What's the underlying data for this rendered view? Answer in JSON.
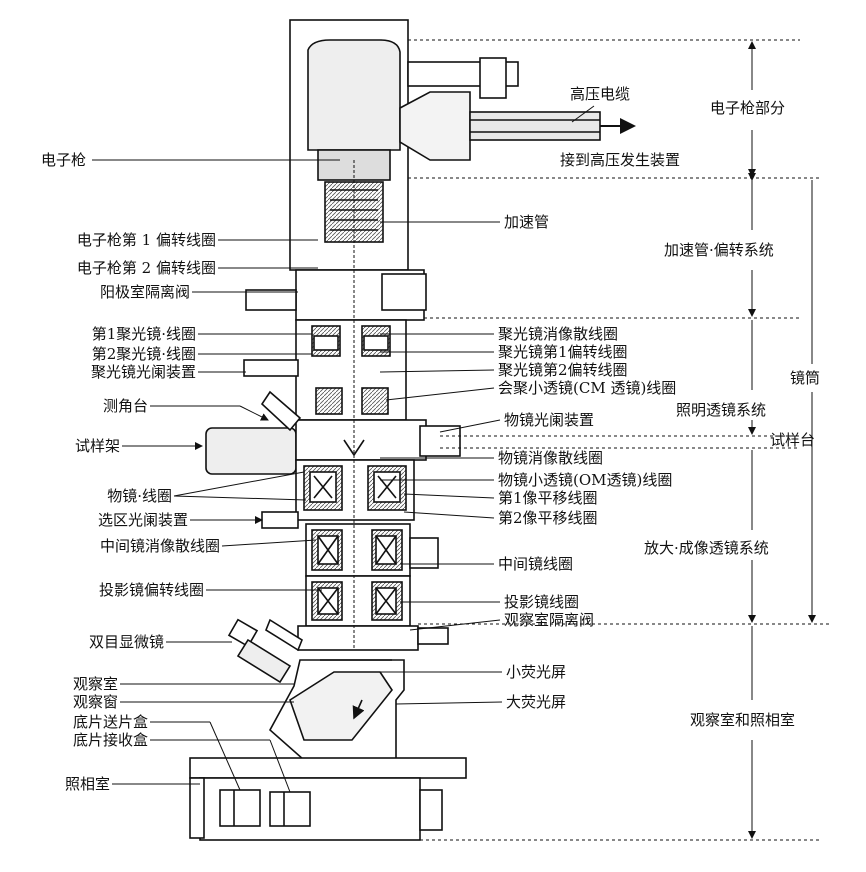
{
  "left_labels": [
    {
      "key": "gun",
      "text": "电子枪"
    },
    {
      "key": "gun_def1",
      "text": "电子枪第 1 偏转线圈"
    },
    {
      "key": "gun_def2",
      "text": "电子枪第 2 偏转线圈"
    },
    {
      "key": "anode_valve",
      "text": "阳极室隔离阀"
    },
    {
      "key": "cond1",
      "text": "第1聚光镜·线圈"
    },
    {
      "key": "cond2",
      "text": "第2聚光镜·线圈"
    },
    {
      "key": "cond_ap",
      "text": "聚光镜光阑装置"
    },
    {
      "key": "goniometer",
      "text": "测角台"
    },
    {
      "key": "holder",
      "text": "试样架"
    },
    {
      "key": "objective",
      "text": "物镜·线圈"
    },
    {
      "key": "sa_ap",
      "text": "选区光阑装置"
    },
    {
      "key": "inter_stig",
      "text": "中间镜消像散线圈"
    },
    {
      "key": "proj_def",
      "text": "投影镜偏转线圈"
    },
    {
      "key": "binocular",
      "text": "双目显微镜"
    },
    {
      "key": "view_room",
      "text": "观察室"
    },
    {
      "key": "view_window",
      "text": "观察窗"
    },
    {
      "key": "film_send",
      "text": "底片送片盒"
    },
    {
      "key": "film_recv",
      "text": "底片接收盒"
    },
    {
      "key": "camera",
      "text": "照相室"
    }
  ],
  "right_labels": [
    {
      "key": "hv_cable",
      "text": "高压电缆"
    },
    {
      "key": "to_hv",
      "text": "接到高压发生装置"
    },
    {
      "key": "accel",
      "text": "加速管"
    },
    {
      "key": "cond_stig",
      "text": "聚光镜消像散线圈"
    },
    {
      "key": "cond_def1",
      "text": "聚光镜第1偏转线圈"
    },
    {
      "key": "cond_def2",
      "text": "聚光镜第2偏转线圈"
    },
    {
      "key": "cm",
      "text": "会聚小透镜(CM 透镜)线圈"
    },
    {
      "key": "obj_ap",
      "text": "物镜光阑装置"
    },
    {
      "key": "obj_stig",
      "text": "物镜消像散线圈"
    },
    {
      "key": "om",
      "text": "物镜小透镜(OM透镜)线圈"
    },
    {
      "key": "shift1",
      "text": "第1像平移线圈"
    },
    {
      "key": "shift2",
      "text": "第2像平移线圈"
    },
    {
      "key": "inter",
      "text": "中间镜线圈"
    },
    {
      "key": "proj",
      "text": "投影镜线圈"
    },
    {
      "key": "view_valve",
      "text": "观察室隔离阀"
    },
    {
      "key": "small_screen",
      "text": "小荧光屏"
    },
    {
      "key": "big_screen",
      "text": "大荧光屏"
    }
  ],
  "sections": [
    {
      "key": "gun_part",
      "text": "电子枪部分"
    },
    {
      "key": "accel_sys",
      "text": "加速管·偏转系统"
    },
    {
      "key": "illum",
      "text": "照明透镜系统"
    },
    {
      "key": "mag",
      "text": "放大·成像透镜系统"
    },
    {
      "key": "chamber",
      "text": "观察室和照相室"
    }
  ],
  "outer_sections": [
    {
      "key": "column",
      "text": "镜筒"
    },
    {
      "key": "stage",
      "text": "试样台"
    }
  ]
}
